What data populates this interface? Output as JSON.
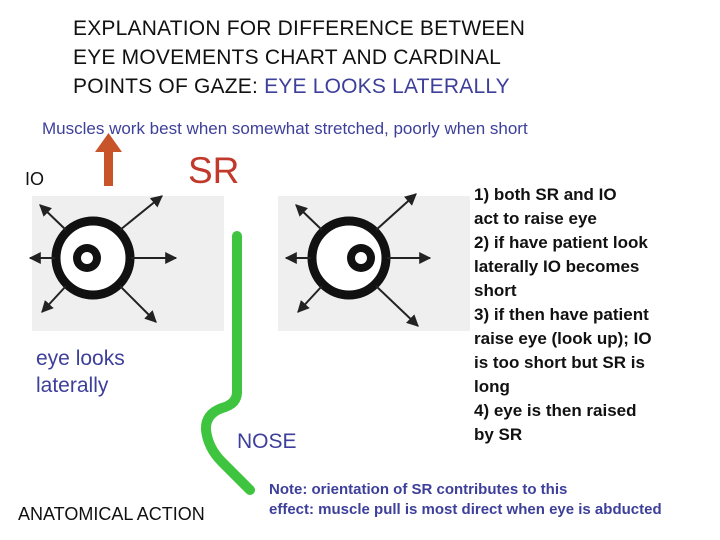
{
  "title": {
    "line1": "EXPLANATION FOR DIFFERENCE BETWEEN",
    "line2": "EYE MOVEMENTS CHART AND CARDINAL",
    "line3_prefix": "POINTS OF GAZE: ",
    "line3_highlight": "EYE LOOKS LATERALLY"
  },
  "subtitle": "Muscles work best when somewhat stretched,  poorly when short",
  "labels": {
    "io": "IO",
    "sr": "SR",
    "eye_caption_line1": "eye looks",
    "eye_caption_line2": "laterally",
    "nose": "NOSE",
    "anatomical_action": "ANATOMICAL ACTION"
  },
  "steps": [
    "1) both SR and IO",
    "act to raise eye",
    "2) if have patient look",
    "laterally IO becomes",
    "short",
    "3) if then have patient",
    "raise eye (look up); IO",
    "is too short but SR is",
    "long",
    "4) eye is then raised",
    "by SR"
  ],
  "note": {
    "line1": "Note: orientation of SR contributes  to this",
    "line2": "effect: muscle pull is most direct when eye is abducted"
  },
  "colors": {
    "accent_blue": "#3d3f9a",
    "sr_red": "#c0392b",
    "arrow_orange": "#c8552a",
    "nose_green": "#3ec43e"
  }
}
